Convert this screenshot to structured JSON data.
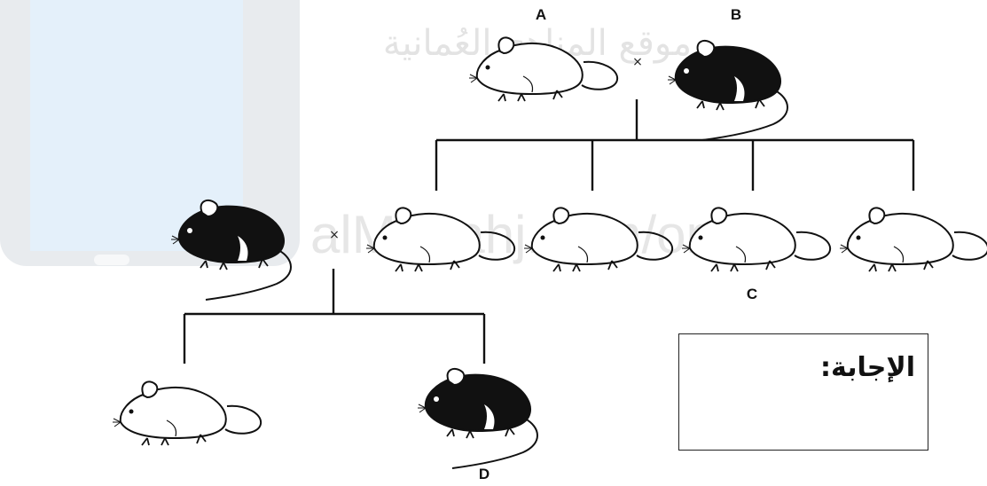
{
  "watermark": {
    "arabic": "موقع المناهج العُمانية",
    "latin": "alManahj.com/om"
  },
  "labels": {
    "a": "A",
    "b": "B",
    "c": "C",
    "d": "D",
    "cross_symbol": "×"
  },
  "mice": [
    {
      "id": "A",
      "color": "white"
    },
    {
      "id": "B",
      "color": "black"
    },
    {
      "id": "F1-1",
      "color": "white"
    },
    {
      "id": "F1-2",
      "color": "white"
    },
    {
      "id": "C",
      "color": "white"
    },
    {
      "id": "F1-4",
      "color": "white"
    },
    {
      "id": "backcross-parent",
      "color": "black"
    },
    {
      "id": "offspring-1",
      "color": "white"
    },
    {
      "id": "D",
      "color": "black"
    }
  ],
  "answer": {
    "label": "الإجابة:"
  },
  "colors": {
    "ink": "#111111",
    "watermark": "#e3e3e3",
    "tablet_frame": "#e8ebee",
    "tablet_screen": "#e4f0fa"
  }
}
